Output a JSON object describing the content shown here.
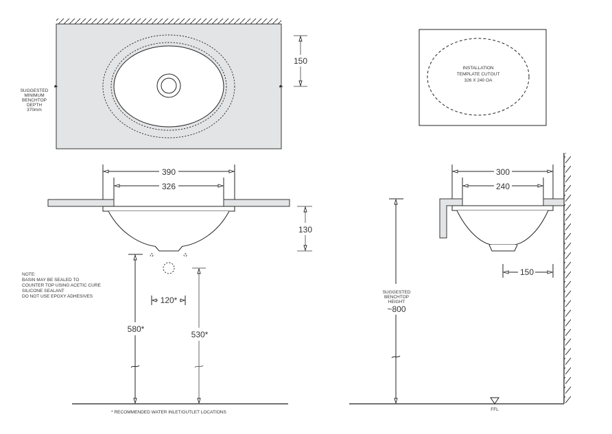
{
  "plan_view": {
    "benchtop_note": [
      "SUGGESTED",
      "MINIMUM",
      "BENCHTOP",
      "DEPTH",
      "370mm"
    ],
    "dim_depth": "150"
  },
  "template": {
    "lines": [
      "INSTALLATION",
      "TEMPLATE CUTOUT",
      "326 X 240 OA"
    ]
  },
  "front_view": {
    "dim_overall": "390",
    "dim_cutout": "326",
    "dim_height": "130",
    "dim_inlet_spacing": "120*",
    "dim_left_height": "580*",
    "dim_right_height": "530*",
    "note": [
      "NOTE:",
      "BASIN MAY BE SEALED TO",
      "COUNTER TOP USING ACETIC CURE",
      "SILICONE SEALANT",
      "DO NOT USE EPOXY ADHESIVES"
    ],
    "footnote": "* RECOMMENDED WATER INLET/OUTLET LOCATIONS"
  },
  "side_view": {
    "dim_overall": "300",
    "dim_cutout": "240",
    "dim_wall_offset": "150",
    "height_note": [
      "SUGGESTED",
      "BENCHTOP",
      "HEIGHT"
    ],
    "height_value": "~800",
    "floor_label": "FFL"
  }
}
